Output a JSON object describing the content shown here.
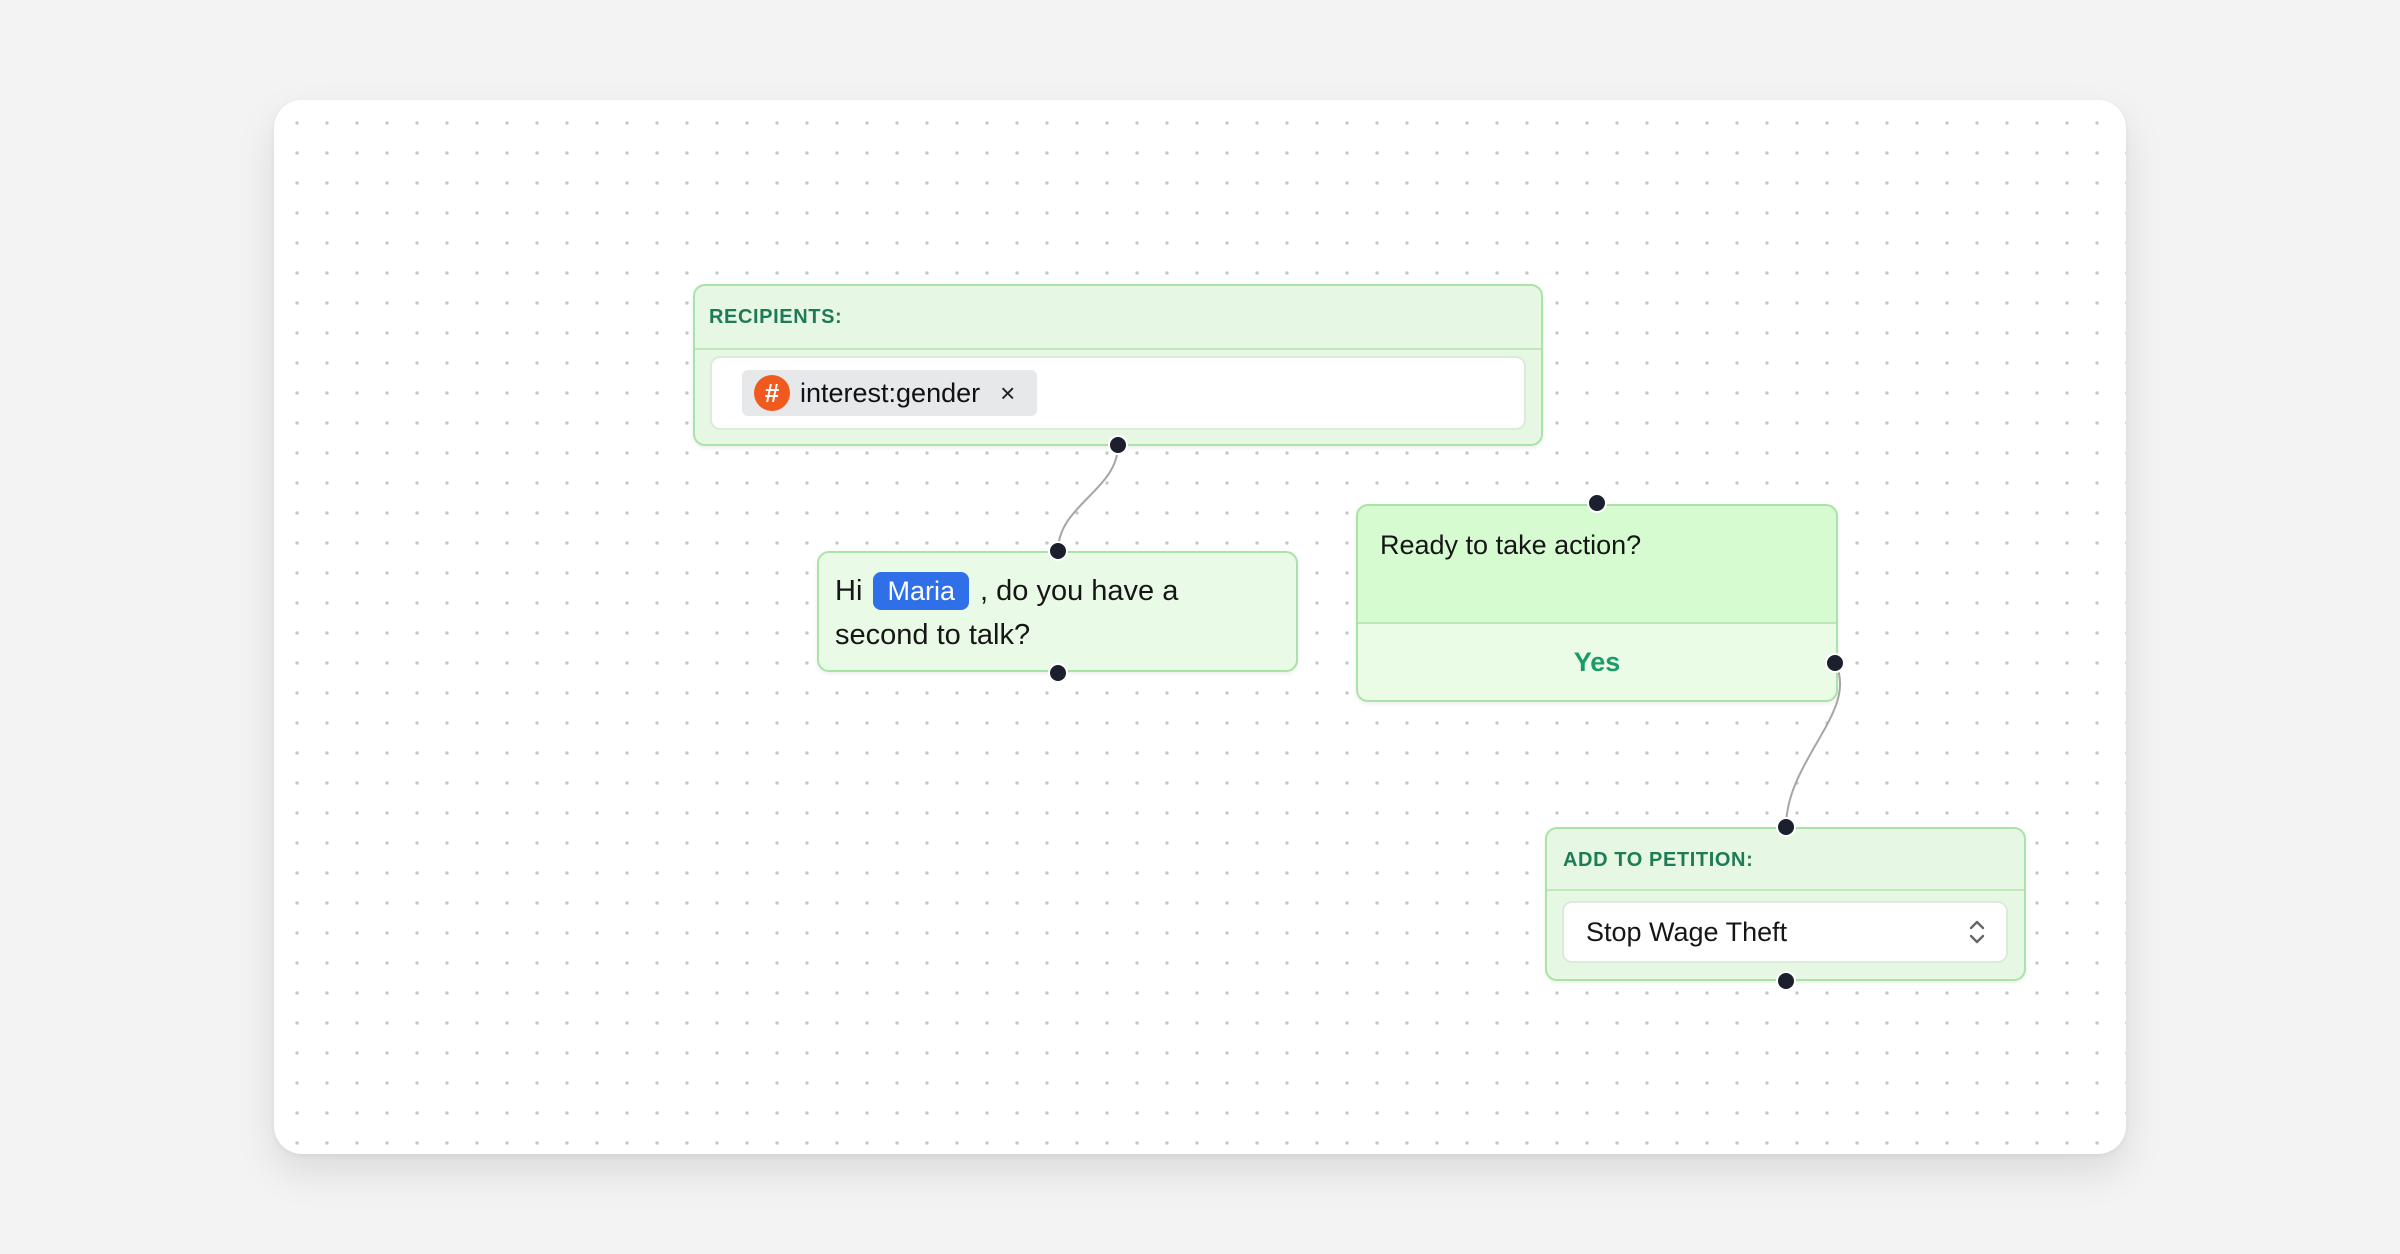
{
  "recipients_node": {
    "header": "RECIPIENTS:",
    "tag": {
      "icon": "hash-icon",
      "icon_glyph": "#",
      "label": "interest:gender",
      "remove_glyph": "×"
    }
  },
  "message_node": {
    "text_before": "Hi",
    "variable": "Maria",
    "text_after": ", do you have a second to talk?"
  },
  "question_node": {
    "question": "Ready to take action?",
    "options": [
      "Yes"
    ]
  },
  "petition_node": {
    "header": "ADD TO PETITION:",
    "selected": "Stop Wage Theft",
    "icon": "chevron-up-down-icon"
  },
  "colors": {
    "node_border": "#a9e3a6",
    "header_text": "#1f7a57",
    "tag_icon": "#f15a1e",
    "variable_chip": "#2f6fe8",
    "option_text": "#1d9a6c",
    "handle": "#1b1f2e"
  }
}
